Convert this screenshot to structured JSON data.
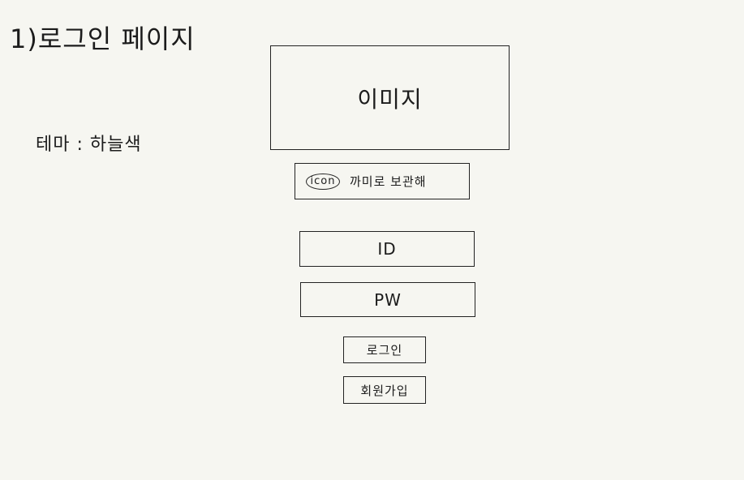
{
  "page": {
    "title": "1)로그인 페이지",
    "theme_note": "테마 : 하늘색"
  },
  "image_placeholder": {
    "label": "이미지"
  },
  "remember": {
    "icon_label": "icon",
    "text": "까미로 보관해"
  },
  "fields": {
    "id_label": "ID",
    "pw_label": "PW"
  },
  "buttons": {
    "login": "로그인",
    "signup": "회원가입"
  }
}
